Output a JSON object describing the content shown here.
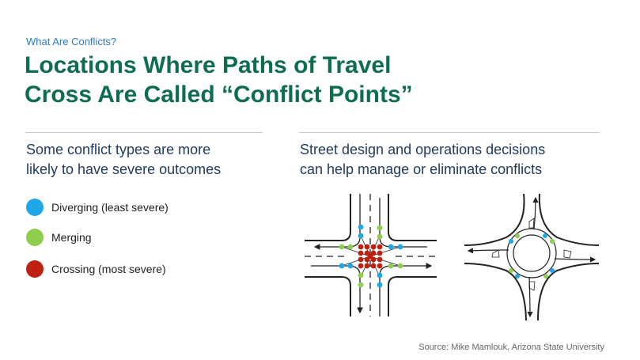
{
  "kicker": "What Are Conflicts?",
  "title": {
    "line1": "Locations Where Paths of Travel",
    "line2": "Cross Are Called “Conflict Points”"
  },
  "left": {
    "heading_line1": "Some conflict types are more",
    "heading_line2": "likely to have severe outcomes"
  },
  "right": {
    "heading_line1": "Street design and operations decisions",
    "heading_line2": "can help manage or eliminate conflicts"
  },
  "legend": [
    {
      "label": "Diverging (least severe)",
      "color": "#1ea7e8"
    },
    {
      "label": "Merging",
      "color": "#8fcd4f"
    },
    {
      "label": "Crossing (most severe)",
      "color": "#c0200f"
    }
  ],
  "source": "Source: Mike Mamlouk, Arizona State University"
}
